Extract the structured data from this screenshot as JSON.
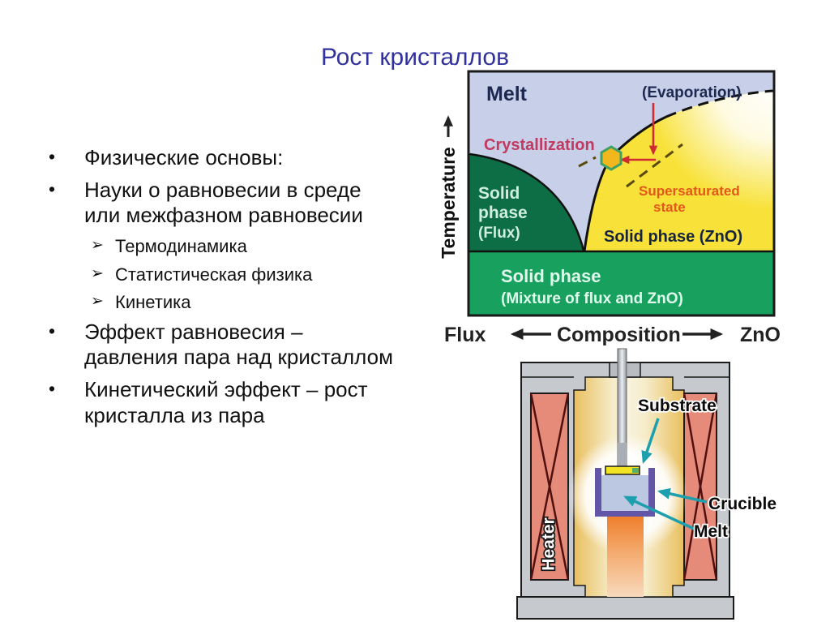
{
  "slide": {
    "title": "Рост кристаллов",
    "bullet_char": "•",
    "sub_bullet_char": "➢",
    "bullets": [
      {
        "level": 1,
        "text": "Физические основы:"
      },
      {
        "level": 1,
        "text": "Науки о равновесии в среде\nили межфазном равновесии"
      },
      {
        "level": 2,
        "text": "Термодинамика"
      },
      {
        "level": 2,
        "text": "Статистическая физика"
      },
      {
        "level": 2,
        "text": "Кинетика"
      },
      {
        "level": 1,
        "text": "Эффект равновесия –\nдавления пара над кристаллом"
      },
      {
        "level": 1,
        "text": "Кинетический эффект – рост\nкристалла из пара"
      }
    ]
  },
  "phase": {
    "labels": {
      "melt": "Melt",
      "evaporation": "(Evaporation)",
      "crystallization": "Crystallization",
      "supersaturated1": "Supersaturated",
      "supersaturated2": "state",
      "flux1": "Solid",
      "flux2": "phase",
      "flux3": "(Flux)",
      "zno": "Solid phase (ZnO)",
      "mixture1": "Solid phase",
      "mixture2": "(Mixture of flux and ZnO)",
      "temperature": "Temperature",
      "flux_axis": "Flux",
      "composition": "Composition",
      "zno_axis": "ZnO"
    }
  },
  "furnace": {
    "labels": {
      "substrate": "Substrate",
      "crucible": "Crucible",
      "melt": "Melt",
      "heater": "Heater"
    }
  },
  "colors": {
    "title_blue": "#32329e",
    "text_dark": "#111111",
    "melt_bg": "#c7d0e8",
    "flux_green": "#0d6e45",
    "mixture_green": "#17a05e",
    "zno_yellow": "#f8e23a",
    "mint_text": "#cfeedd",
    "band_text": "#dffaec",
    "navy_label": "#1d2850",
    "crystallization_red": "#c23a60",
    "supersaturated_orange": "#e4571a",
    "heater_salmon": "#e68a79",
    "heater_coil": "#501010",
    "furnace_gray": "#c6c9cd",
    "chamber_gold": "#e9bf5e",
    "crucible_purple": "#6356a6",
    "melt_blue": "#bcc8e2",
    "substrate_yellow": "#f2e324",
    "pedestal_orange": "#ee7c28",
    "arrow_teal": "#1e9fae",
    "arrow_red": "#cf2b33"
  }
}
